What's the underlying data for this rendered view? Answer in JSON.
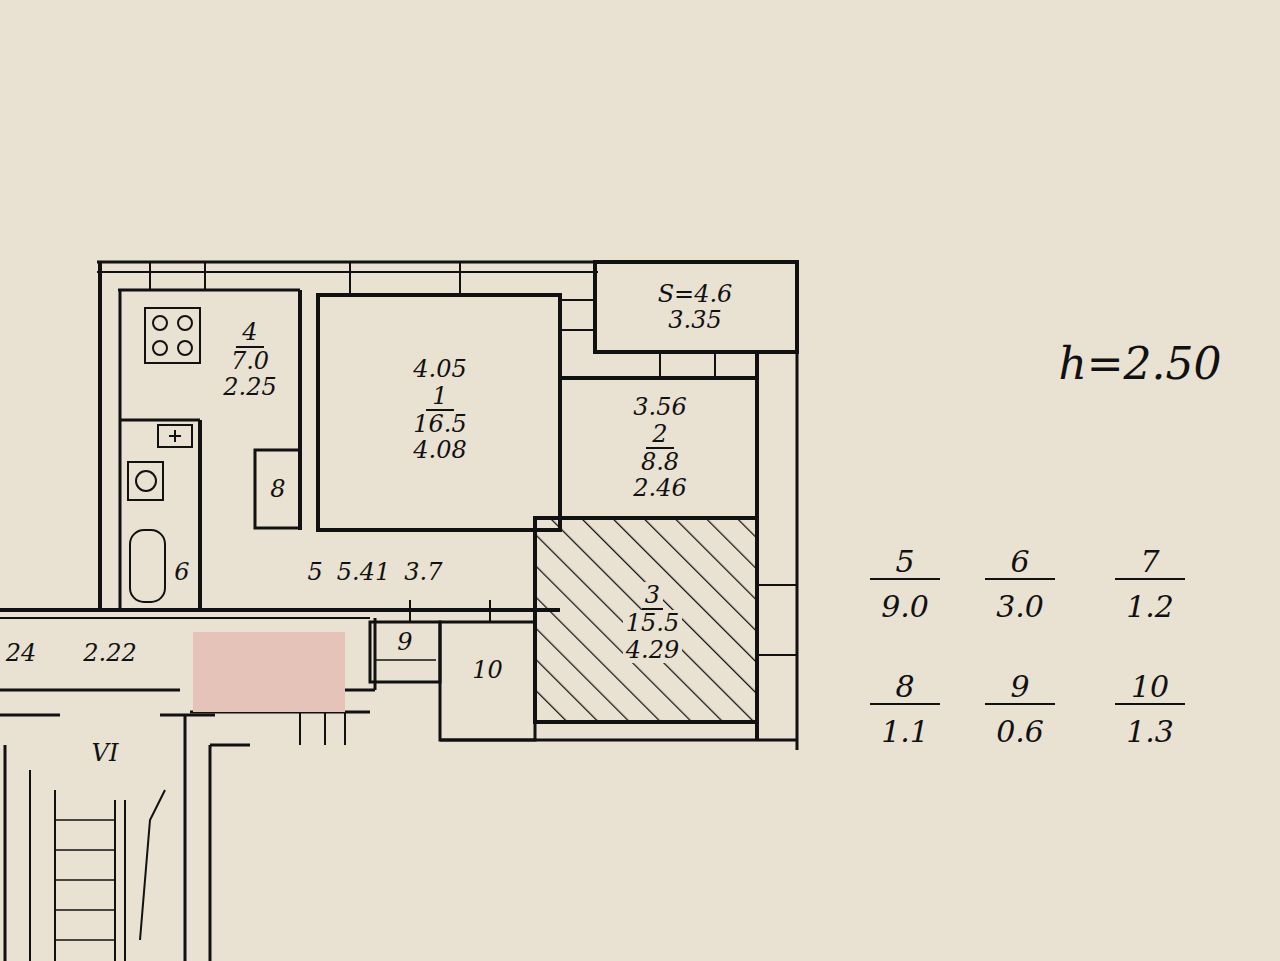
{
  "diagram": {
    "nodes": [
      {
        "text": [
          "4",
          "7.0",
          "2.25"
        ]
      },
      {
        "text": [
          "4.05",
          "1",
          "16.5",
          "4.08"
        ]
      },
      {
        "text": [
          "S=4.6",
          "3.35"
        ]
      },
      {
        "text": [
          "3.56",
          "2",
          "8.8",
          "2.46"
        ]
      },
      {
        "text": [
          "3",
          "15.5",
          "4.29"
        ]
      },
      {
        "text": [
          "5",
          "5.41",
          "3.7"
        ]
      },
      {
        "text": [
          "6"
        ]
      },
      {
        "text": [
          "8"
        ]
      },
      {
        "text": [
          "9"
        ]
      },
      {
        "text": [
          "10"
        ]
      }
    ],
    "labels": [
      "h=2.50",
      "5",
      "9.0",
      "6",
      "3.0",
      "7",
      "1.2",
      "8",
      "1.1",
      "9",
      "0.6",
      "10",
      "1.3",
      "24",
      "2.22",
      "VI"
    ]
  }
}
